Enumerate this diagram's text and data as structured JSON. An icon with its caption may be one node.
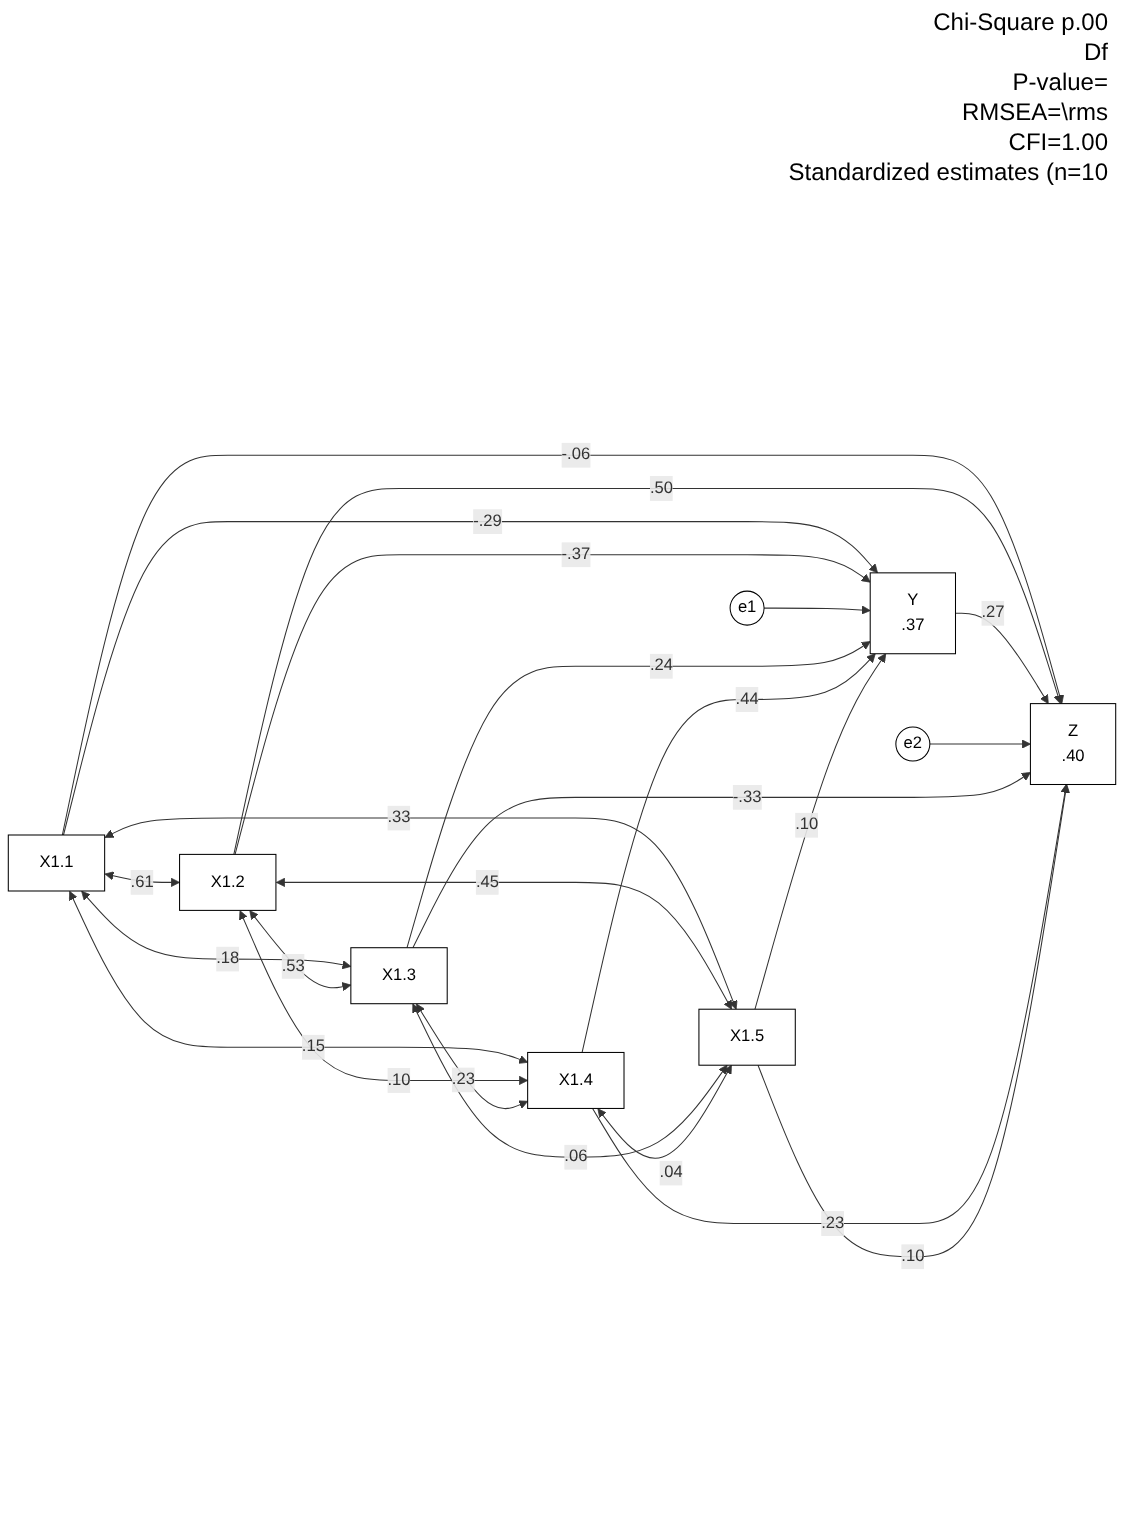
{
  "diagram": {
    "nodes": [
      {
        "text": [
          "X1.1"
        ]
      },
      {
        "text": [
          "X1.2"
        ]
      },
      {
        "text": [
          "e1"
        ]
      },
      {
        "text": [
          "Y",
          ".37"
        ]
      },
      {
        "text": [
          "Z",
          ".40"
        ]
      },
      {
        "text": [
          "e2"
        ]
      },
      {
        "text": [
          "X1.3"
        ]
      },
      {
        "text": [
          "X1.4"
        ]
      },
      {
        "text": [
          "X1.5"
        ]
      }
    ],
    "edges": [
      {
        "from": 0,
        "to": 1,
        "arrow": "both",
        "label": ".61"
      },
      {
        "from": 0,
        "to": 6,
        "arrow": "both",
        "label": ".18"
      },
      {
        "from": 0,
        "to": 7,
        "arrow": "both",
        "label": ".15"
      },
      {
        "from": 0,
        "to": 8,
        "arrow": "both",
        "label": ".33"
      },
      {
        "from": 1,
        "to": 6,
        "arrow": "both",
        "label": ".53"
      },
      {
        "from": 1,
        "to": 7,
        "arrow": "both",
        "label": ".10"
      },
      {
        "from": 1,
        "to": 8,
        "arrow": "both",
        "label": ".45"
      },
      {
        "from": 6,
        "to": 7,
        "arrow": "both",
        "label": ".23"
      },
      {
        "from": 6,
        "to": 8,
        "arrow": "both",
        "label": ".06"
      },
      {
        "from": 7,
        "to": 8,
        "arrow": "both",
        "label": ".04"
      },
      {
        "from": 0,
        "to": 3,
        "arrow": "to",
        "label": "-.29"
      },
      {
        "from": 0,
        "to": 4,
        "arrow": "to",
        "label": "-.06"
      },
      {
        "from": 1,
        "to": 3,
        "arrow": "to",
        "label": "-.37"
      },
      {
        "from": 1,
        "to": 4,
        "arrow": "to",
        "label": ".50"
      },
      {
        "from": 2,
        "to": 3,
        "arrow": "to"
      },
      {
        "from": 3,
        "to": 4,
        "arrow": "to",
        "label": ".27"
      },
      {
        "from": 5,
        "to": 4,
        "arrow": "to"
      },
      {
        "from": 6,
        "to": 3,
        "arrow": "to",
        "label": ".24"
      },
      {
        "from": 6,
        "to": 4,
        "arrow": "to",
        "label": "-.33"
      },
      {
        "from": 7,
        "to": 3,
        "arrow": "to",
        "label": ".44"
      },
      {
        "from": 7,
        "to": 4,
        "arrow": "to",
        "label": ".23"
      },
      {
        "from": 8,
        "to": 3,
        "arrow": "to",
        "label": ".10"
      },
      {
        "from": 8,
        "to": 4,
        "arrow": "to",
        "label": ".10"
      }
    ],
    "labels": [
      "Chi-Square p.00",
      "Df",
      "P-value=",
      "RMSEA=\\rms",
      "CFI=1.00",
      "Standardized estimates (n=10"
    ]
  }
}
